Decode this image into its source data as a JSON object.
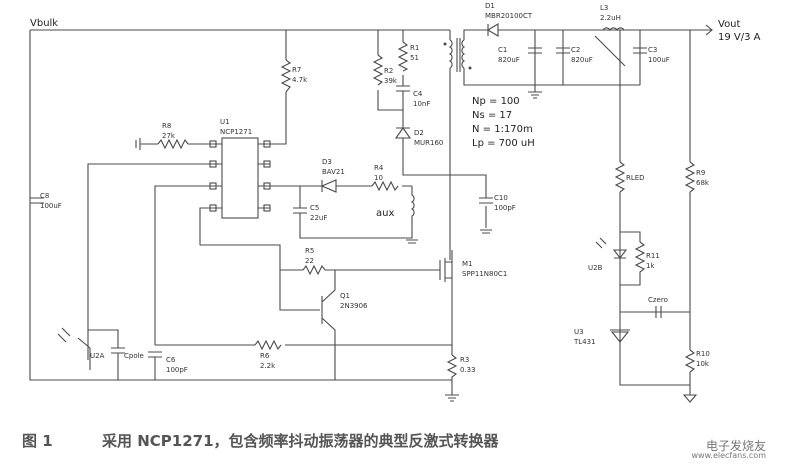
{
  "nets": {
    "vbulk": "Vbulk",
    "vout": "Vout",
    "vout_rating": "19 V/3 A",
    "aux": "aux"
  },
  "ic": {
    "ref": "U1",
    "part": "NCP1271"
  },
  "components": {
    "d1_ref": "D1",
    "d1_val": "MBR20100CT",
    "l3_ref": "L3",
    "l3_val": "2.2uH",
    "c1_ref": "C1",
    "c1_val": "820uF",
    "c2_ref": "C2",
    "c2_val": "820uF",
    "c3_ref": "C3",
    "c3_val": "100uF",
    "r1_ref": "R1",
    "r1_val": "51",
    "r2_ref": "R2",
    "r2_val": "39k",
    "r7_ref": "R7",
    "r7_val": "4.7k",
    "r8_ref": "R8",
    "r8_val": "27k",
    "c4_ref": "C4",
    "c4_val": "10nF",
    "d2_ref": "D2",
    "d2_val": "MUR160",
    "c8_ref": "C8",
    "c8_val": "100uF",
    "d3_ref": "D3",
    "d3_val": "BAV21",
    "r4_ref": "R4",
    "r4_val": "10",
    "c5_ref": "C5",
    "c5_val": "22uF",
    "c10_ref": "C10",
    "c10_val": "100pF",
    "rled_ref": "RLED",
    "r9_ref": "R9",
    "r9_val": "68k",
    "r5_ref": "R5",
    "r5_val": "22",
    "m1_ref": "M1",
    "m1_val": "SPP11N80C1",
    "q1_ref": "Q1",
    "q1_val": "2N3906",
    "r11_ref": "R11",
    "r11_val": "1k",
    "u2b_ref": "U2B",
    "czero_ref": "Czero",
    "u3_ref": "U3",
    "u3_val": "TL431",
    "u2a_ref": "U2A",
    "cpole_ref": "Cpole",
    "c6_ref": "C6",
    "c6_val": "100pF",
    "r6_ref": "R6",
    "r6_val": "2.2k",
    "r3_ref": "R3",
    "r3_val": "0.33",
    "r10_ref": "R10",
    "r10_val": "10k"
  },
  "transformer": {
    "np": "Np = 100",
    "ns": "Ns = 17",
    "n": "N = 1:170m",
    "lp": "Lp = 700 uH"
  },
  "caption": {
    "figure": "图 1",
    "text": "采用 NCP1271，包含频率抖动振荡器的典型反激式转换器"
  },
  "watermark": {
    "name": "电子发烧友",
    "site": "www.elecfans.com"
  }
}
